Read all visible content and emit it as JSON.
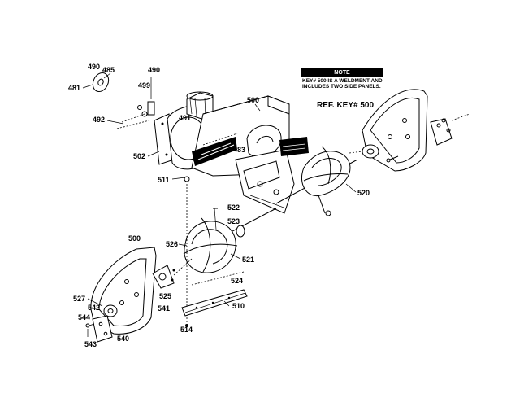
{
  "note": {
    "header": "NOTE",
    "lines": [
      "KEY# 500 IS A WELDMENT AND",
      "INCLUDES TWO SIDE PANELS."
    ]
  },
  "ref_key": "REF. KEY# 500",
  "callouts": {
    "c490a": "490",
    "c485": "485",
    "c481": "481",
    "c490b": "490",
    "c499": "499",
    "c492": "492",
    "c491": "491",
    "c502": "502",
    "c500top": "500",
    "c483": "483",
    "c511": "511",
    "c520": "520",
    "c522": "522",
    "c523": "523",
    "c500left": "500",
    "c526": "526",
    "c521": "521",
    "c524": "524",
    "c510": "510",
    "c525": "525",
    "c527": "527",
    "c542": "542",
    "c541": "541",
    "c544": "544",
    "c540": "540",
    "c543": "543",
    "c514": "514"
  }
}
